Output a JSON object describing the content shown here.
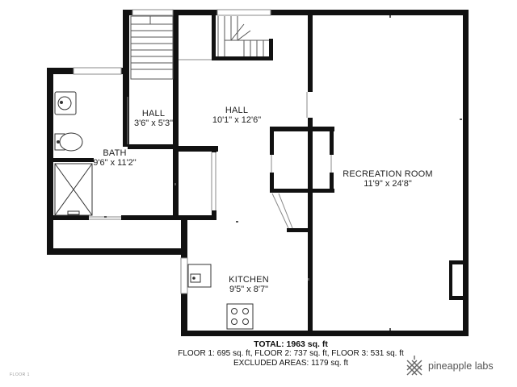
{
  "rooms": {
    "hall_small": {
      "name": "HALL",
      "dims": "3'6\" x 5'3\""
    },
    "hall_main": {
      "name": "HALL",
      "dims": "10'1\" x 12'6\""
    },
    "bath": {
      "name": "BATH",
      "dims": "9'6\" x 11'2\""
    },
    "recreation": {
      "name": "RECREATION ROOM",
      "dims": "11'9\" x 24'8\""
    },
    "kitchen": {
      "name": "KITCHEN",
      "dims": "9'5\" x 8'7\""
    }
  },
  "summary": {
    "total": "TOTAL: 1963 sq. ft",
    "floors": "FLOOR 1: 695 sq. ft, FLOOR 2: 737 sq. ft, FLOOR 3: 531 sq. ft",
    "excluded": "EXCLUDED AREAS: 1179 sq. ft"
  },
  "floor_tag": "FLOOR 1",
  "brand": {
    "name": "pineapple labs",
    "icon": "pineapple-labs-logo-icon"
  },
  "colors": {
    "wall": "#111111",
    "line": "#888888",
    "text": "#222222"
  }
}
